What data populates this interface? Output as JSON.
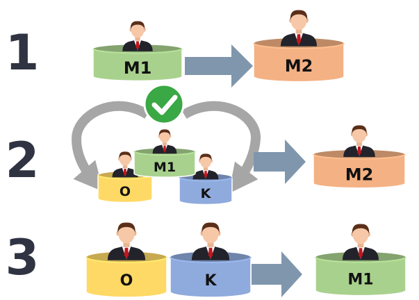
{
  "colors": {
    "green": "#a9d18e",
    "orange": "#f4b183",
    "yellow": "#ffd966",
    "blue": "#8faadc",
    "arrow": "#7f96ad",
    "curved_arrow": "#a6a6a6",
    "check": "#3aa844",
    "suit": "#23232b",
    "skin": "#f6c8a8",
    "hair": "#5a2f19",
    "tie": "#c0161c",
    "number": "#2f3342"
  },
  "icons": [
    "person-icon",
    "check-circle-icon",
    "arrow-right-icon",
    "curved-arrow-icon"
  ],
  "steps": [
    {
      "number": "1",
      "pods": [
        {
          "label": "M1",
          "color": "green"
        },
        {
          "label": "M2",
          "color": "orange"
        }
      ]
    },
    {
      "number": "2",
      "pods": [
        {
          "label": "M1",
          "color": "green"
        },
        {
          "label": "O",
          "color": "yellow"
        },
        {
          "label": "K",
          "color": "blue"
        },
        {
          "label": "M2",
          "color": "orange"
        }
      ]
    },
    {
      "number": "3",
      "pods": [
        {
          "label": "O",
          "color": "yellow"
        },
        {
          "label": "K",
          "color": "blue"
        },
        {
          "label": "M1",
          "color": "green"
        }
      ]
    }
  ]
}
